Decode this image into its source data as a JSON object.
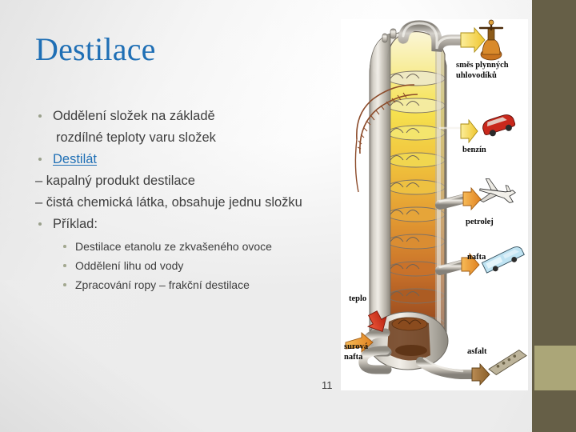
{
  "slide": {
    "title": "Destilace",
    "page_number": "11",
    "theme": {
      "title_color": "#1F6FB5",
      "body_text_color": "#3E3E3E",
      "bullet_color": "#9AA08C",
      "band_dark_color": "#665F47",
      "band_light_color": "#ABA678",
      "link_color": "#1F6FB5"
    },
    "body": {
      "items": [
        {
          "type": "bullet",
          "text": "Oddělení složek na základě"
        },
        {
          "type": "continuation",
          "text": "rozdílné teploty varu složek"
        },
        {
          "type": "bullet_link",
          "text": "Destilát"
        },
        {
          "type": "dash",
          "text": "– kapalný produkt destilace"
        },
        {
          "type": "dash",
          "text": "– čistá chemická látka, obsahuje jednu složku"
        },
        {
          "type": "bullet",
          "text": "Příklad:"
        }
      ],
      "sub_items": [
        "Destilace etanolu ze zkvašeného ovoce",
        "Oddělení lihu od vody",
        "Zpracování ropy – frakční destilace"
      ]
    },
    "figure": {
      "alt_name": "fractional-distillation-column-diagram",
      "labels": {
        "gas": "směs plynných\nuhlovodíků",
        "gas_line1": "směs plynných",
        "gas_line2": "uhlovodíků",
        "benzin": "benzín",
        "petrolej": "petrolej",
        "nafta": "nafta",
        "teplo": "teplo",
        "surova_line1": "surová",
        "surova_line2": "nafta",
        "asfalt": "asfalt"
      },
      "colors": {
        "column_metal": "#CFCBC3",
        "fraction_top": "#F7F1C8",
        "fraction_upper": "#F5E45A",
        "fraction_mid": "#E8A33A",
        "fraction_lower": "#C9722A",
        "fraction_bottom": "#6B3A18",
        "arrow_gas": "#F3D34A",
        "arrow_oil": "#E8902A",
        "arrow_heat": "#D12B18",
        "arrow_asphalt": "#9A6B33"
      }
    }
  }
}
